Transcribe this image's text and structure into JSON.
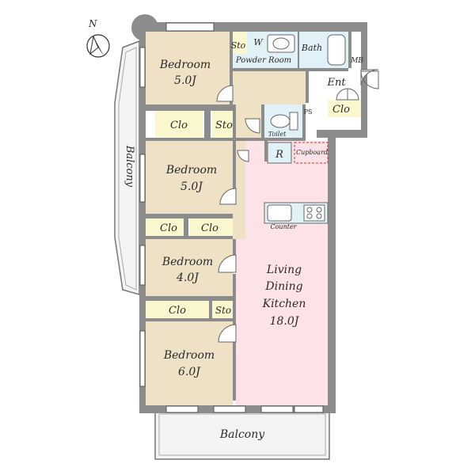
{
  "compass": {
    "north_label": "N"
  },
  "balconies": {
    "west": "Balcony",
    "south": "Balcony"
  },
  "rooms": {
    "bedroom1": {
      "name": "Bedroom",
      "size": "5.0J"
    },
    "bedroom2": {
      "name": "Bedroom",
      "size": "5.0J"
    },
    "bedroom3": {
      "name": "Bedroom",
      "size": "4.0J"
    },
    "bedroom4": {
      "name": "Bedroom",
      "size": "6.0J"
    },
    "ldk": {
      "line1": "Living",
      "line2": "Dining",
      "line3": "Kitchen",
      "size": "18.0J"
    }
  },
  "storage": {
    "clo_a": "Clo",
    "clo_b": "Clo",
    "clo_c": "Clo",
    "clo_d": "Clo",
    "clo_entry": "Clo",
    "sto_hall": "Sto",
    "sto_bed4": "Sto",
    "sto_powder": "Sto"
  },
  "fixtures": {
    "washer": "W",
    "powder_room": "Powder Room",
    "bath": "Bath",
    "mb": "MB",
    "entrance": "Ent",
    "ps": "PS",
    "toilet": "Toilet",
    "refrigerator": "R",
    "cupboard": "Cupboard",
    "counter": "Counter"
  },
  "colors": {
    "wall": "#8c8c8c",
    "bedroom_floor": "#efe1c6",
    "ldk_floor": "#fde3e8",
    "closet": "#fbf8d0",
    "wet_area": "#e0f1f7",
    "balcony_floor": "#f4f4f4"
  }
}
